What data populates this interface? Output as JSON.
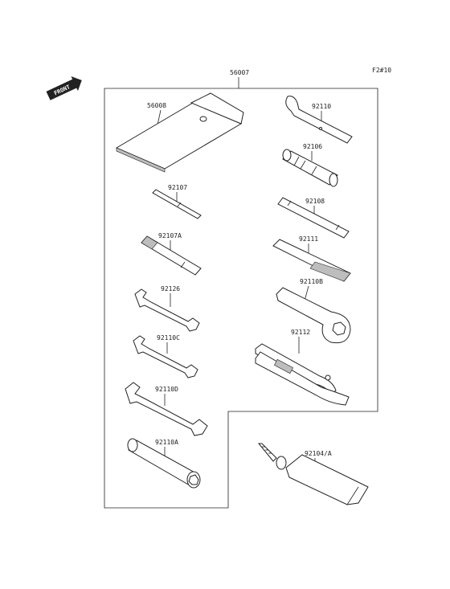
{
  "diagram": {
    "page_code": "F2#10",
    "front_label": "FRONT",
    "kit_callout": "56007",
    "callouts": {
      "pouch": "56008",
      "hook_spanner": "92110",
      "spark_plug_wrench": "92106",
      "screwdriver_bit": "92107",
      "extension_bar": "92108",
      "screwdriver_grip": "92107A",
      "handle": "92111",
      "wrench_92126": "92126",
      "box_wrench": "92110B",
      "wrench_92110c": "92110C",
      "pliers": "92112",
      "wrench_92110d": "92110D",
      "socket_wrench": "92110A",
      "grease_tube": "92104/A"
    }
  }
}
